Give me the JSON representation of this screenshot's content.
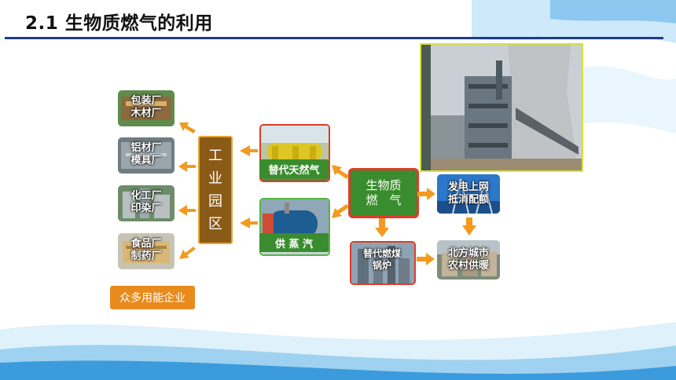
{
  "page": {
    "title": "2.1 生物质燃气的利用"
  },
  "diagram": {
    "center": {
      "line1": "生物质",
      "line2": "燃　气"
    },
    "substitute_gas": "替代天然气",
    "steam": "供 蒸 汽",
    "coal_boiler": {
      "line1": "替代燃煤",
      "line2": "锅炉"
    },
    "power": {
      "line1": "发电上网",
      "line2": "抵消配额"
    },
    "heating": {
      "line1": "北方城市",
      "line2": "农村供暖"
    },
    "industrial_park": {
      "line1": "工",
      "line2": "业",
      "line3": "园",
      "line4": "区"
    },
    "factories": [
      {
        "line1": "包装厂",
        "line2": "木材厂"
      },
      {
        "line1": "铝材厂",
        "line2": "模具厂"
      },
      {
        "line1": "化工厂",
        "line2": "印染厂"
      },
      {
        "line1": "食品厂",
        "line2": "制药厂"
      }
    ],
    "enterprises": "众多用能企业"
  },
  "colors": {
    "orange": "#f29a1f",
    "green": "#3a8d2e",
    "red_border": "#e03a2a",
    "title_rule": "#1f3c88"
  }
}
